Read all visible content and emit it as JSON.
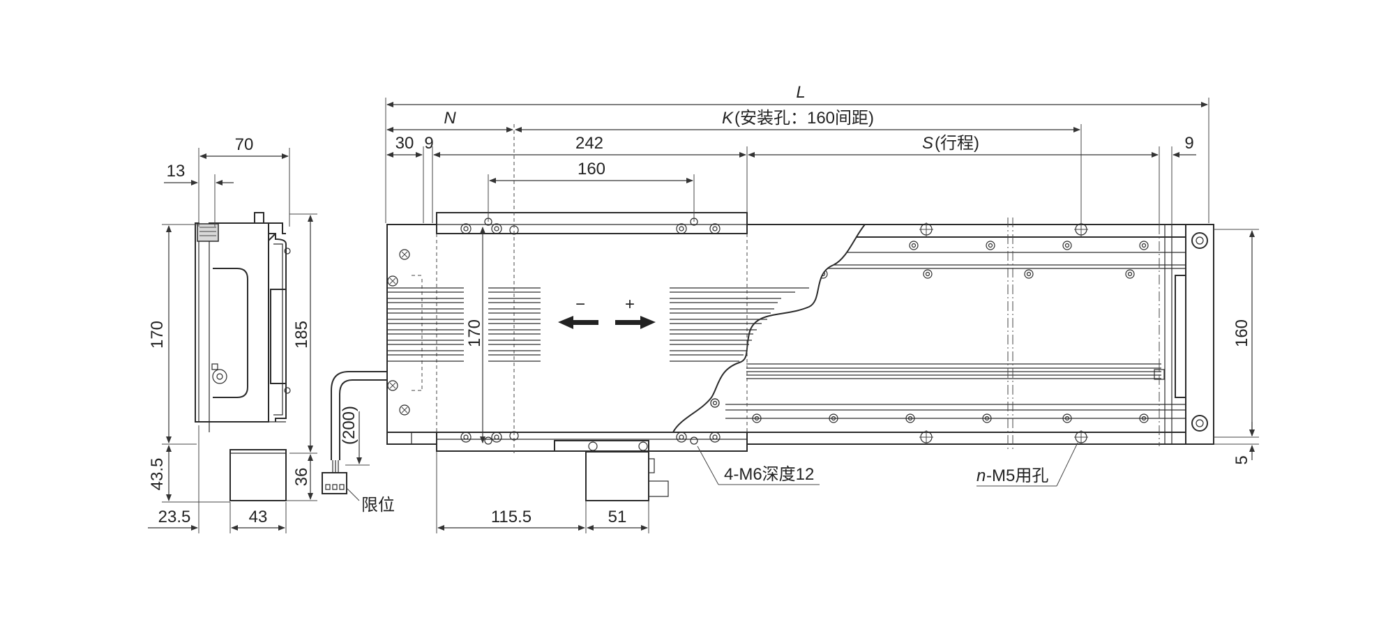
{
  "side_view": {
    "dim_width": "70",
    "dim_flange": "13",
    "dim_height": "170",
    "dim_overall_height": "185",
    "dim_motor_drop": "43.5",
    "dim_motor_height": "36",
    "dim_offset": "23.5",
    "dim_motor_width": "43"
  },
  "top_view": {
    "dim_total_length": "L",
    "dim_n": "N",
    "dim_k": "K",
    "dim_k_note": "(安装孔：160间距)",
    "dim_30": "30",
    "dim_9_left": "9",
    "dim_242": "242",
    "dim_160_top": "160",
    "dim_stroke": "S",
    "dim_stroke_note": "(行程)",
    "dim_9_right": "9",
    "dim_170": "170",
    "dim_160_right": "160",
    "dim_5": "5",
    "dim_cable": "(200)",
    "dim_115_5": "115.5",
    "dim_51": "51",
    "minus_sign": "−",
    "plus_sign": "+",
    "callout_mount_holes": "4-M6深度12",
    "callout_n": "n",
    "callout_n_holes": "-M5用孔",
    "label_limit": "限位"
  }
}
